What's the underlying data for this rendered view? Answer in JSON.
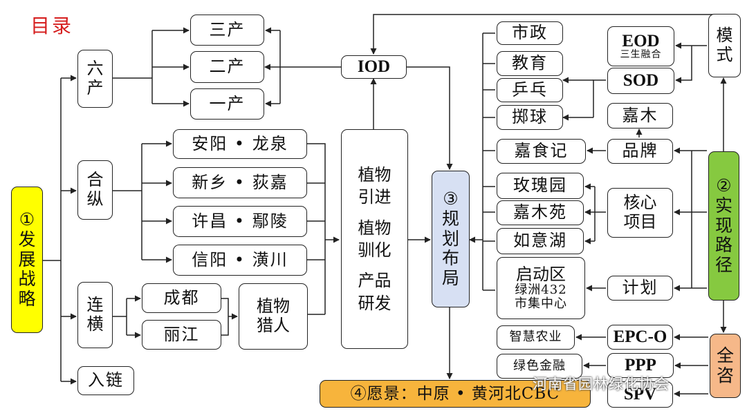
{
  "title": "目录",
  "strategy": {
    "label": "①发展战略",
    "chars": [
      "①",
      "发",
      "展",
      "战",
      "略"
    ]
  },
  "strategies": {
    "liuchan": [
      "六",
      "产"
    ],
    "hezong": [
      "合",
      "纵"
    ],
    "lianheng": [
      "连",
      "横"
    ],
    "rulian": "入链"
  },
  "industries": [
    "三产",
    "二产",
    "一产"
  ],
  "iod": "IOD",
  "cities": [
    "安阳 • 龙泉",
    "新乡 • 荻嘉",
    "许昌 • 鄢陵",
    "信阳 • 潢川"
  ],
  "lianheng_places": [
    "成都",
    "丽江"
  ],
  "plant_hunter": [
    "植物",
    "猎人"
  ],
  "plant_process": [
    "植物",
    "引进",
    "植物",
    "驯化",
    "产品",
    "研发"
  ],
  "planning": {
    "label": "③规划布局",
    "chars": [
      "③",
      "规",
      "划",
      "布",
      "局"
    ]
  },
  "vision": "④愿景：中原 • 黄河北CBC",
  "right_services": [
    "市政",
    "教育",
    "乒乓",
    "掷球"
  ],
  "eod": {
    "label": "EOD",
    "sub": "三生融合"
  },
  "sod": "SOD",
  "mode": [
    "模",
    "式"
  ],
  "jiamu": "嘉木",
  "brand": "品牌",
  "jiashiji": "嘉食记",
  "core_items": [
    "玫瑰园",
    "嘉木苑",
    "如意湖"
  ],
  "core_project": [
    "核心",
    "项目"
  ],
  "startup": {
    "title": "启动区",
    "line1": "绿洲432",
    "line2": "市集中心"
  },
  "plan": "计划",
  "path": {
    "label": "②实现路径",
    "chars": [
      "②",
      "实",
      "现",
      "路",
      "径"
    ]
  },
  "finance_left": [
    "智慧农业",
    "绿色金融"
  ],
  "epc": "EPC-O",
  "ppp": "PPP",
  "spv": "SPV",
  "quanzi": [
    "全",
    "咨"
  ],
  "watermark": "河南省园林绿化协会",
  "colors": {
    "title": "#d62020",
    "strategy": "#ffff00",
    "path": "#86c940",
    "planning": "#d7e0f3",
    "quanzi": "#f6b889",
    "vision": "#f7b43c"
  }
}
